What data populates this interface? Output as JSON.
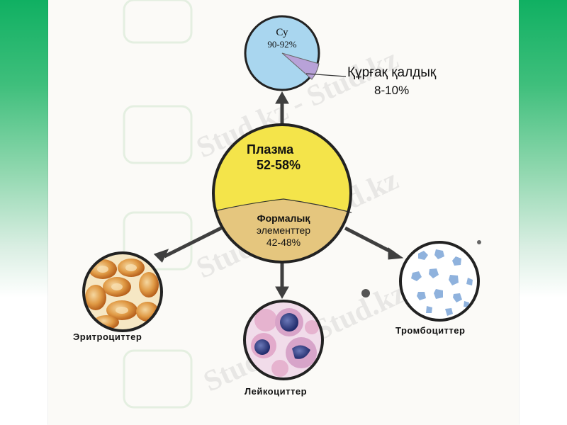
{
  "diagram": {
    "water": {
      "name": "Су",
      "percent": "90-92%"
    },
    "dry_matter": {
      "name": "Құрғақ қалдық",
      "percent": "8-10%"
    },
    "plasma": {
      "name": "Плазма",
      "percent": "52-58%"
    },
    "formed_elements": {
      "line1": "Формалық",
      "line2": "элементтер",
      "percent": "42-48%"
    },
    "erythrocytes": "Эритроциттер",
    "leukocytes": "Лейкоциттер",
    "thrombocytes": "Тромбоциттер"
  },
  "watermark": "Stud.kz - Stud.kz",
  "colors": {
    "plasma_yellow": "#f4e44a",
    "formed_tan": "#e5c67e",
    "water_blue": "#a9d6ef",
    "dry_lilac": "#b8a2d8",
    "arrow": "#3f3f3f"
  }
}
